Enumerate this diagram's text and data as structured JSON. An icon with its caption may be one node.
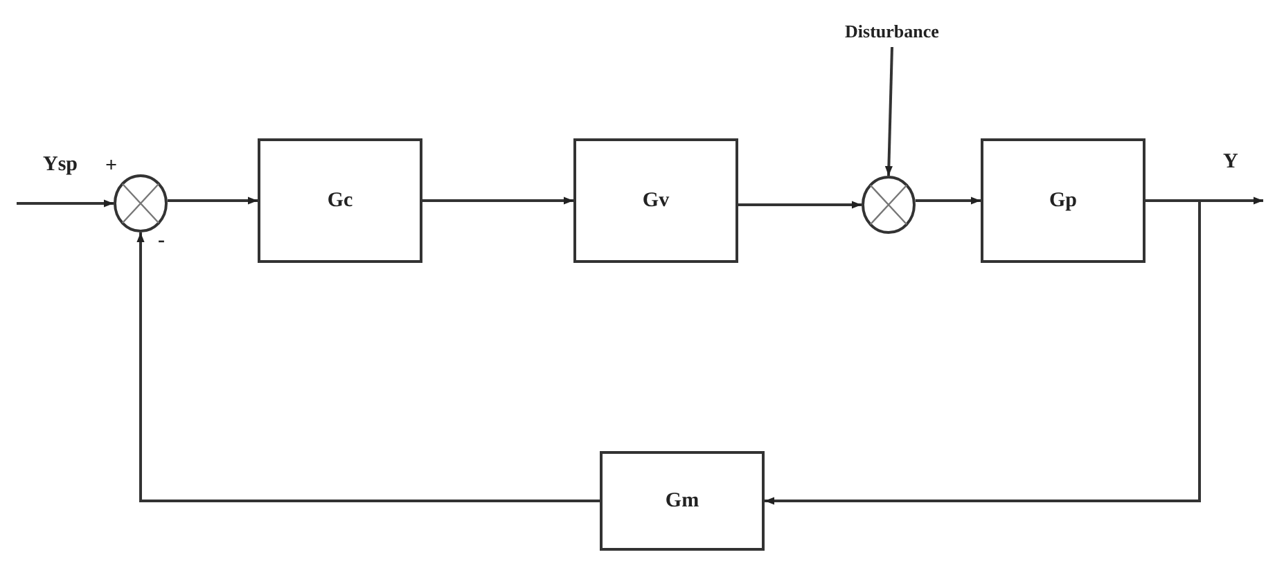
{
  "diagram": {
    "nodes": [
      {
        "text": [
          "Disturbance"
        ]
      },
      {
        "text": [],
        "shape": "circle"
      },
      {
        "text": [
          "Gc"
        ]
      },
      {
        "text": [
          "Gv"
        ]
      },
      {
        "text": [],
        "shape": "circle"
      },
      {
        "text": [
          "Gp"
        ]
      },
      {
        "text": [
          "Gm"
        ]
      }
    ],
    "edges": [
      {
        "from": null,
        "to": 1,
        "arrow": "to",
        "label": "Ysp"
      },
      {
        "from": 1,
        "to": 2,
        "arrow": "to"
      },
      {
        "from": 2,
        "to": 3,
        "arrow": "to"
      },
      {
        "from": 3,
        "to": 4,
        "arrow": "to"
      },
      {
        "from": 0,
        "to": 4,
        "arrow": "to"
      },
      {
        "from": 4,
        "to": 5,
        "arrow": "to"
      },
      {
        "from": 5,
        "to": null,
        "arrow": "to",
        "label": "Y"
      },
      {
        "from": 5,
        "to": 6,
        "arrow": "to"
      },
      {
        "from": 6,
        "to": 1,
        "arrow": "to"
      }
    ],
    "labels": [
      "+",
      "-"
    ]
  }
}
